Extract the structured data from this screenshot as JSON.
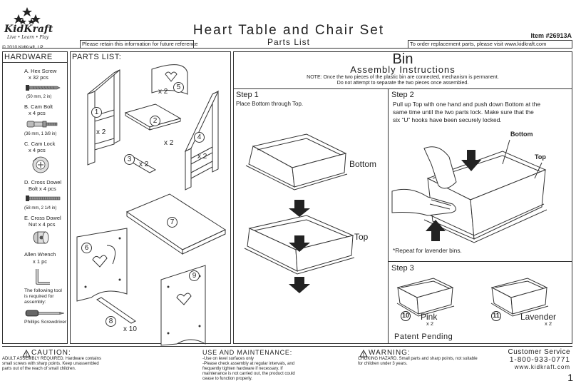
{
  "header": {
    "brand": "KidKraft",
    "tagline": "Live • Learn • Play",
    "copyright": "© 2010 KidKraft, LP",
    "title": "Heart Table and Chair Set",
    "subtitle": "Parts List",
    "item": "Item #26913A",
    "retain_notice": "Please retain this information for future reference",
    "replacement_notice": "To order replacement parts, please visit www.kidkraft.com"
  },
  "hardware": {
    "heading": "HARDWARE",
    "items": [
      {
        "label": "A. Hex Screw",
        "qty": "x 32 pcs",
        "size": "(50 mm, 2 in)"
      },
      {
        "label": "B. Cam Bolt",
        "qty": "x 4 pcs",
        "size": "(36 mm, 1 3/8 in)"
      },
      {
        "label": "C. Cam Lock",
        "qty": "x 4 pcs",
        "size": ""
      },
      {
        "label": "D. Cross Dowel",
        "qty": "Bolt x 4 pcs",
        "size": "(58 mm, 2 1/4 in)"
      },
      {
        "label": "E. Cross Dowel",
        "qty": "Nut x 4 pcs",
        "size": ""
      }
    ],
    "wrench_label": "Allen Wrench",
    "wrench_qty": "x 1 pc",
    "tool_note_1": "The following tool",
    "tool_note_2": "is required for",
    "tool_note_3": "assembly:",
    "screwdriver": "Phillips Screwdriver"
  },
  "parts": {
    "heading": "PARTS LIST:",
    "items": [
      {
        "num": "1",
        "qty": "x 2"
      },
      {
        "num": "2",
        "qty": "x 2"
      },
      {
        "num": "3",
        "qty": "x 2"
      },
      {
        "num": "4",
        "qty": "x 2"
      },
      {
        "num": "5",
        "qty": "x 2"
      },
      {
        "num": "6",
        "qty": ""
      },
      {
        "num": "7",
        "qty": ""
      },
      {
        "num": "8",
        "qty": "x 10"
      },
      {
        "num": "9",
        "qty": ""
      }
    ]
  },
  "bin": {
    "title": "Bin",
    "subtitle": "Assembly Instructions",
    "note_1": "NOTE: Once the two pieces of the plastic bin are connected, mechanism is permanent.",
    "note_2": "Do not attempt to separate the two pieces once assembled.",
    "step1_title": "Step 1",
    "step1_text": "Place Bottom through Top.",
    "step1_bottom": "Bottom",
    "step1_top": "Top",
    "step2_title": "Step 2",
    "step2_text_1": "Pull up Top with one hand and push down Bottom at the",
    "step2_text_2": "same time until the two parts lock. Make sure that the",
    "step2_text_3": "six “U” hooks have been securely locked.",
    "step2_bottom": "Bottom",
    "step2_top": "Top",
    "step2_repeat": "*Repeat for lavender bins.",
    "step3_title": "Step 3",
    "pink_num": "10",
    "pink_label": "Pink",
    "pink_qty": "x 2",
    "lav_num": "11",
    "lav_label": "Lavender",
    "lav_qty": "x 2",
    "patent": "Patent Pending"
  },
  "footer": {
    "caution_title": "CAUTION:",
    "caution_1": "ADULT ASSEMBLY REQUIRED.  Hardware contains",
    "caution_2": "small screws with sharp points. Keep unassembled",
    "caution_3": "parts out of the reach of small children.",
    "use_title": "USE AND MAINTENANCE:",
    "use_1": "-Use on level surfaces only",
    "use_2": "-Please check assembly at regular intervals, and",
    "use_3": "frequently tighten hardware if necessary. If",
    "use_4": "maintenance is not carried out, the product could",
    "use_5": "cease to function properly.",
    "warning_title": "WARNING:",
    "warning_1": "CHOKING HAZARD. Small parts and sharp points, not suitable",
    "warning_2": "for children under 3 years.",
    "service_title": "Customer Service",
    "service_phone": "1-800-933-0771",
    "service_web": "www.kidkraft.com",
    "page": "1"
  }
}
